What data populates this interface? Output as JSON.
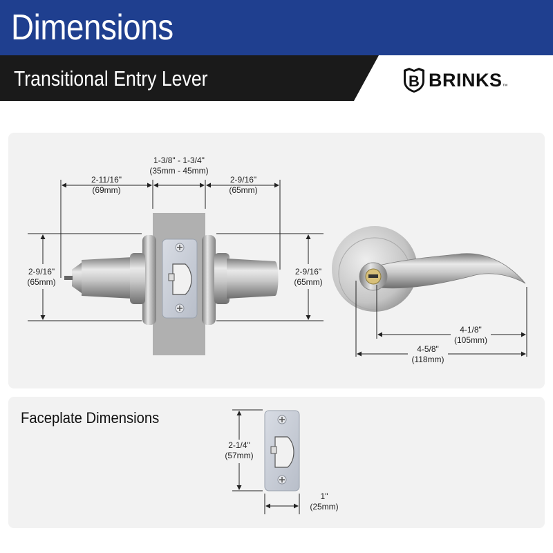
{
  "header": {
    "title": "Dimensions"
  },
  "subheader": {
    "title": "Transitional Entry Lever"
  },
  "brand": {
    "name": "BRINKS",
    "logo_letter": "B",
    "trademark": "™"
  },
  "colors": {
    "header_blue": "#1f3f8f",
    "subheader_dark": "#1a1a1a",
    "panel_bg": "#f2f2f2",
    "dim_line": "#222222"
  },
  "side_view": {
    "backset_width": {
      "primary": "1-3/8\" - 1-3/4\"",
      "secondary": "(35mm - 45mm)"
    },
    "left_length": {
      "primary": "2-11/16\"",
      "secondary": "(69mm)"
    },
    "right_length": {
      "primary": "2-9/16\"",
      "secondary": "(65mm)"
    },
    "left_height": {
      "primary": "2-9/16\"",
      "secondary": "(65mm)"
    },
    "right_height": {
      "primary": "2-9/16\"",
      "secondary": "(65mm)"
    }
  },
  "front_view": {
    "lever_inner": {
      "primary": "4-1/8\"",
      "secondary": "(105mm)"
    },
    "lever_outer": {
      "primary": "4-5/8\"",
      "secondary": "(118mm)"
    }
  },
  "faceplate": {
    "title": "Faceplate Dimensions",
    "height": {
      "primary": "2-1/4\"",
      "secondary": "(57mm)"
    },
    "width": {
      "primary": "1\"",
      "secondary": "(25mm)"
    }
  }
}
